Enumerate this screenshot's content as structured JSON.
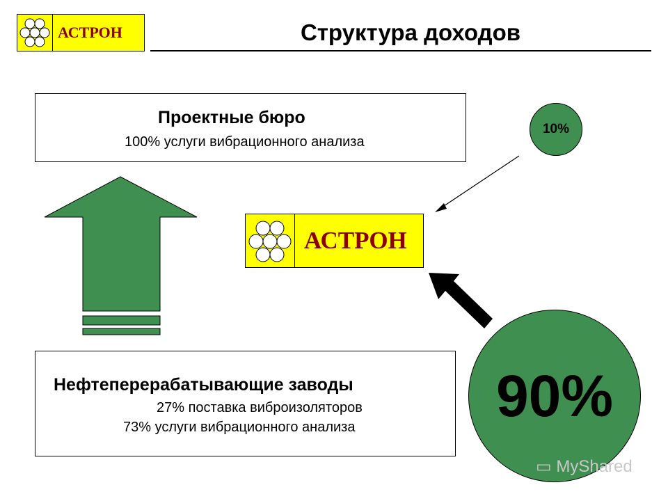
{
  "header": {
    "logo_text": "АСТРОН",
    "title": "Структура доходов"
  },
  "design_bureaus": {
    "title": "Проектные бюро",
    "lines": [
      "100% услуги вибрационного анализа"
    ]
  },
  "center_logo": {
    "text": "АСТРОН"
  },
  "refineries": {
    "title": "Нефтеперерабатывающие заводы",
    "lines": [
      "27% поставка виброизоляторов",
      "73% услуги вибрационного анализа"
    ]
  },
  "shares": {
    "small": "10%",
    "large": "90%"
  },
  "watermark": "MyShared",
  "colors": {
    "logo_bg": "#ffff00",
    "logo_text": "#8b0000",
    "green": "#3f8f50"
  }
}
